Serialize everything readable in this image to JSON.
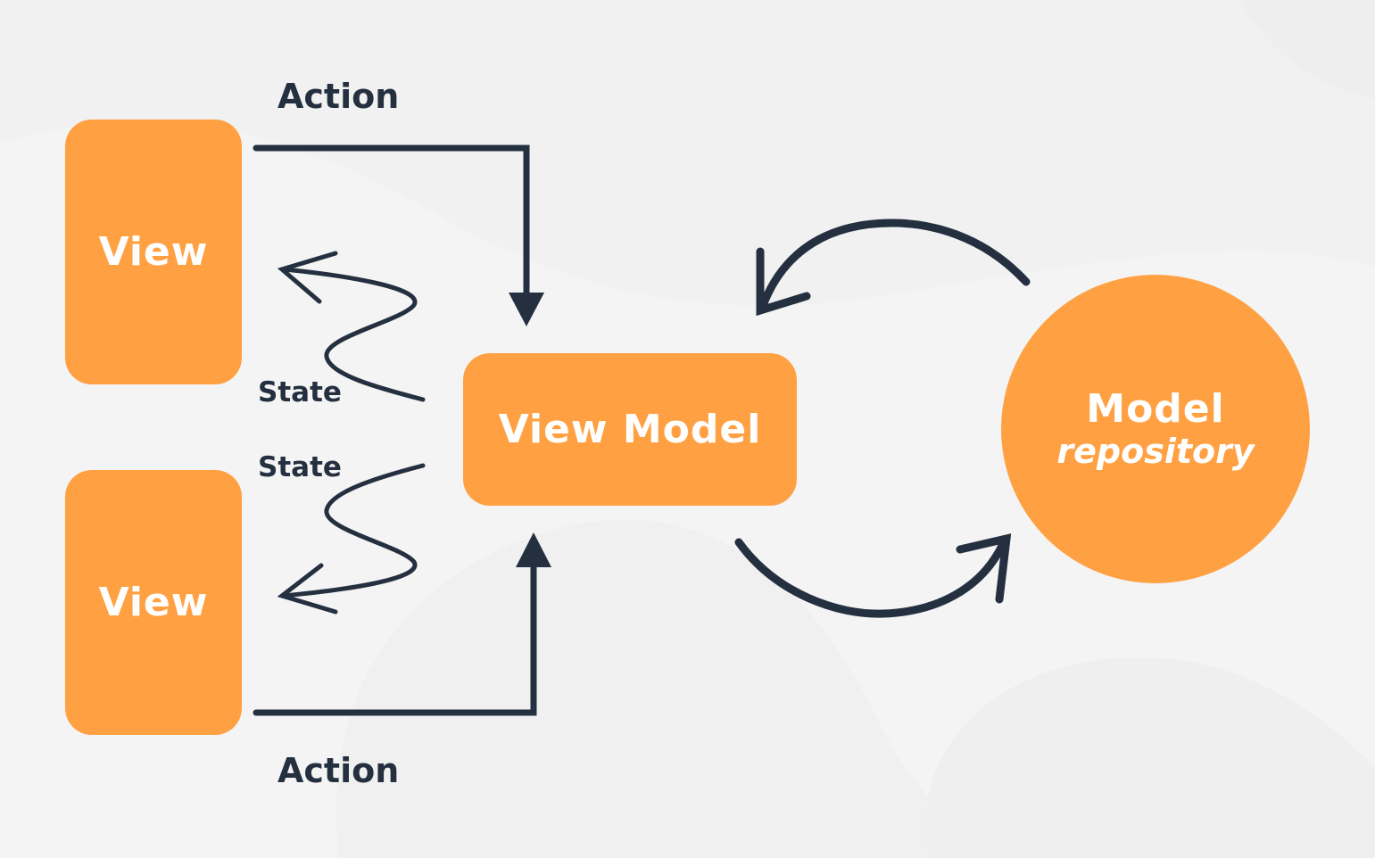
{
  "nodes": {
    "view_top": "View",
    "view_bottom": "View",
    "view_model": "View Model",
    "model_title": "Model",
    "model_subtitle": "repository"
  },
  "edges": {
    "action_top": "Action",
    "action_bottom": "Action",
    "state_top": "State",
    "state_bottom": "State"
  },
  "colors": {
    "background": "#f4f4f4",
    "node_fill": "#ffa143",
    "node_text": "#ffffff",
    "line": "#243040"
  }
}
